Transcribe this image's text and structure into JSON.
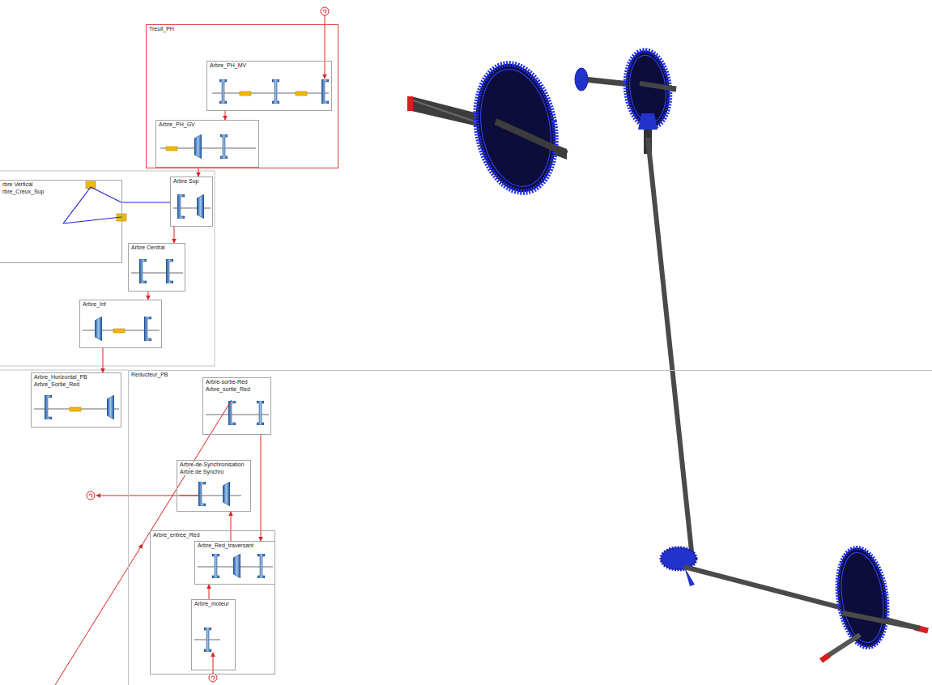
{
  "diagram": {
    "nodes": [
      {
        "text": [
          "Treuil_PH"
        ]
      },
      {
        "text": [
          "Arbre_PH_MV"
        ],
        "in": 0
      },
      {
        "text": [
          "Arbre_PH_GV"
        ],
        "in": 0
      },
      {
        "text": [
          "rbre Vertical",
          "rbre_Creux_Sup"
        ]
      },
      {
        "text": [
          "Arbre Sup"
        ]
      },
      {
        "text": [
          "Arbre Central"
        ]
      },
      {
        "text": [
          "Arbre_Inf"
        ]
      },
      {
        "text": [
          "Arbre_Horizontal_PB",
          "Arbre_Sortie_Red"
        ]
      },
      {
        "text": [
          "Reducteur_PB"
        ]
      },
      {
        "text": [
          "Arbre-sortie-Red",
          "Arbre_sortie_Red"
        ],
        "in": 8
      },
      {
        "text": [
          "Arbre-de-Synchronisation",
          "Arbre de Synchro"
        ],
        "in": 8
      },
      {
        "text": [
          "Arbre_entree_Red"
        ],
        "in": 8
      },
      {
        "text": [
          "Arbre_Red_traversant"
        ],
        "in": 11
      },
      {
        "text": [
          "Arbre_moteur"
        ],
        "in": 11
      }
    ],
    "edges": [
      {
        "from": 1,
        "to": 2,
        "arrow": "to"
      },
      {
        "from": 2,
        "to": 4,
        "arrow": "to"
      },
      {
        "from": 4,
        "to": 5,
        "arrow": "to"
      },
      {
        "from": 5,
        "to": 6,
        "arrow": "to"
      },
      {
        "from": 6,
        "to": 7,
        "arrow": "to"
      },
      {
        "from": 13,
        "to": 12,
        "arrow": "to"
      },
      {
        "from": 12,
        "to": 10,
        "arrow": "to"
      },
      {
        "from": 9,
        "to": 12,
        "arrow": "to"
      },
      {
        "from": 3,
        "to": 4,
        "arrow": "none"
      }
    ]
  }
}
